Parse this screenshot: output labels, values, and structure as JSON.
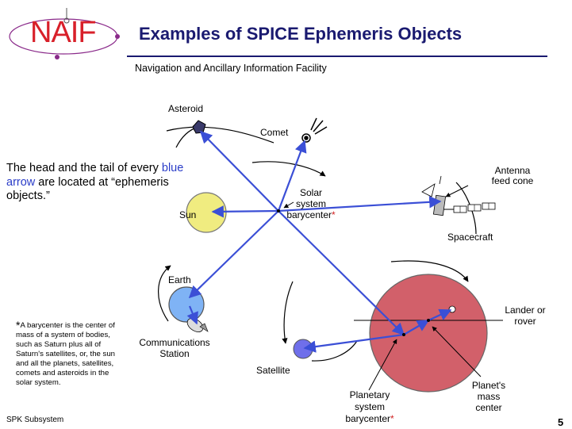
{
  "logo": {
    "text": "NAIF"
  },
  "header": {
    "title": "Examples of SPICE Ephemeris Objects",
    "subtitle": "Navigation and Ancillary Information Facility"
  },
  "intro": {
    "line_before": "The head and the tail of every ",
    "highlight": "blue arrow",
    "line_after": " are located at “ephemeris objects.”"
  },
  "labels": {
    "asteroid": "Asteroid",
    "comet": "Comet",
    "sun": "Sun",
    "ssb_line1": "Solar",
    "ssb_line2": "system",
    "ssb_line3": "barycenter",
    "antenna_line1": "Antenna",
    "antenna_line2": "feed cone",
    "spacecraft": "Spacecraft",
    "earth": "Earth",
    "comm_line1": "Communications",
    "comm_line2": "Station",
    "satellite": "Satellite",
    "lander_line1": "Lander or",
    "lander_line2": "rover",
    "pb_line1": "Planetary",
    "pb_line2": "system",
    "pb_line3": "barycenter",
    "pmc_line1": "Planet's",
    "pmc_line2": "mass",
    "pmc_line3": "center",
    "asterisk": "*"
  },
  "footnote": {
    "star": "*",
    "text": "A barycenter is the center of mass of a system of bodies, such as Saturn plus all of Saturn's satellites, or, the sun and all the planets, satellites, comets and asteroids in the solar system."
  },
  "footer": {
    "subsystem": "SPK Subsystem",
    "page_number": "5"
  },
  "colors": {
    "arrow": "#3b4fd6",
    "sun": "#f0ec80",
    "earth": "#7fb3f5",
    "satellite": "#6f6fea",
    "planet": "#d2606a",
    "logo": "#d8202a",
    "title": "#1a1a70",
    "title_rule": "#1a1a70"
  },
  "icons": [
    "asteroid-icon",
    "comet-icon",
    "spacecraft-icon",
    "dish-antenna-icon",
    "rover-icon"
  ]
}
